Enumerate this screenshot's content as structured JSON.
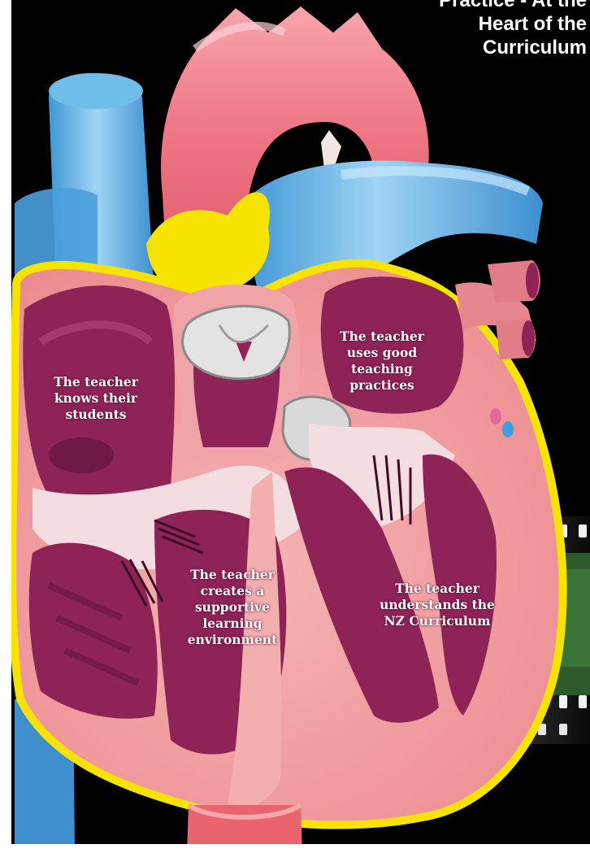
{
  "title": {
    "lines": [
      "Practice - At the",
      "Heart of the",
      "Curriculum"
    ],
    "color": "#ffffff"
  },
  "labels": {
    "knows_students": [
      "The teacher",
      "knows their",
      "students"
    ],
    "good_practices": [
      "The teacher",
      "uses good",
      "teaching",
      "practices"
    ],
    "supportive_environment": [
      "The teacher",
      "creates a",
      "supportive",
      "learning",
      "environment"
    ],
    "understands_curriculum": [
      "The teacher",
      "understands the",
      "NZ Curriculum"
    ]
  },
  "colors": {
    "background": "#000000",
    "heart_pink": "#ef8f93",
    "chamber_maroon": "#8e2357",
    "aorta_red": "#ec6f7d",
    "vein_blue": "#58b1e3",
    "fat_yellow": "#f6e400",
    "valve_grey": "#d9d9d9"
  },
  "decorations": [
    "film-strip-icon"
  ]
}
